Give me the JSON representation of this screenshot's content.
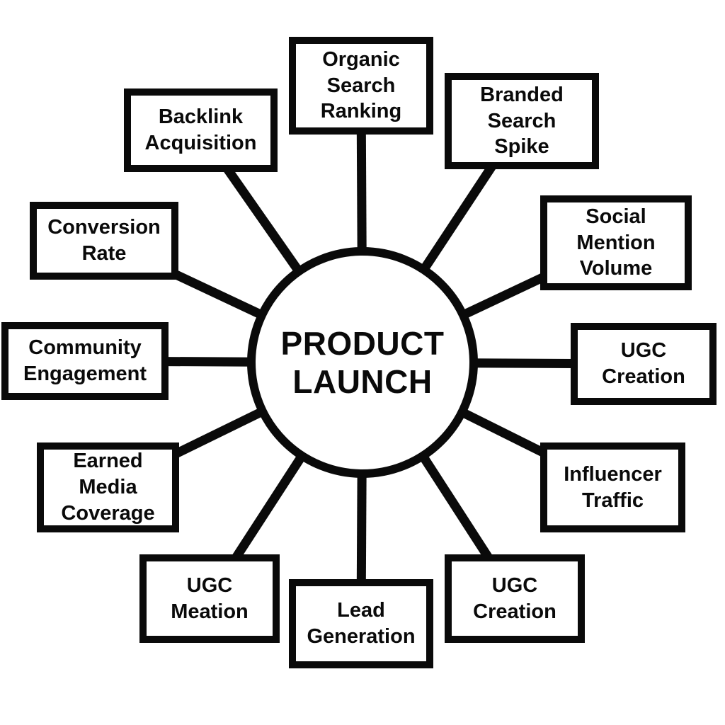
{
  "diagram": {
    "title": "Product launch hub-and-spoke diagram",
    "center": {
      "label": "PRODUCT\nLAUNCH"
    },
    "nodes": [
      {
        "id": "organic-search-ranking",
        "label": "Organic\nSearch\nRanking"
      },
      {
        "id": "branded-search-spike",
        "label": "Branded\nSearch\nSpike"
      },
      {
        "id": "social-mention-volume",
        "label": "Social\nMention\nVolume"
      },
      {
        "id": "ugc-creation-right",
        "label": "UGC\nCreation"
      },
      {
        "id": "influencer-traffic",
        "label": "Influencer\nTraffic"
      },
      {
        "id": "ugc-creation-bottom",
        "label": "UGC\nCreation"
      },
      {
        "id": "lead-generation",
        "label": "Lead\nGeneration"
      },
      {
        "id": "ugc-meation",
        "label": "UGC\nMeation"
      },
      {
        "id": "earned-media-coverage",
        "label": "Earned\nMedia\nCoverage"
      },
      {
        "id": "community-engagement",
        "label": "Community\nEngagement"
      },
      {
        "id": "conversion-rate",
        "label": "Conversion\nRate"
      },
      {
        "id": "backlink-acquisition",
        "label": "Backlink\nAcquisition"
      }
    ],
    "colors": {
      "background": "#ffffff",
      "line": "#0a0a0a",
      "text": "#0a0a0a",
      "box_fill": "#ffffff"
    }
  }
}
